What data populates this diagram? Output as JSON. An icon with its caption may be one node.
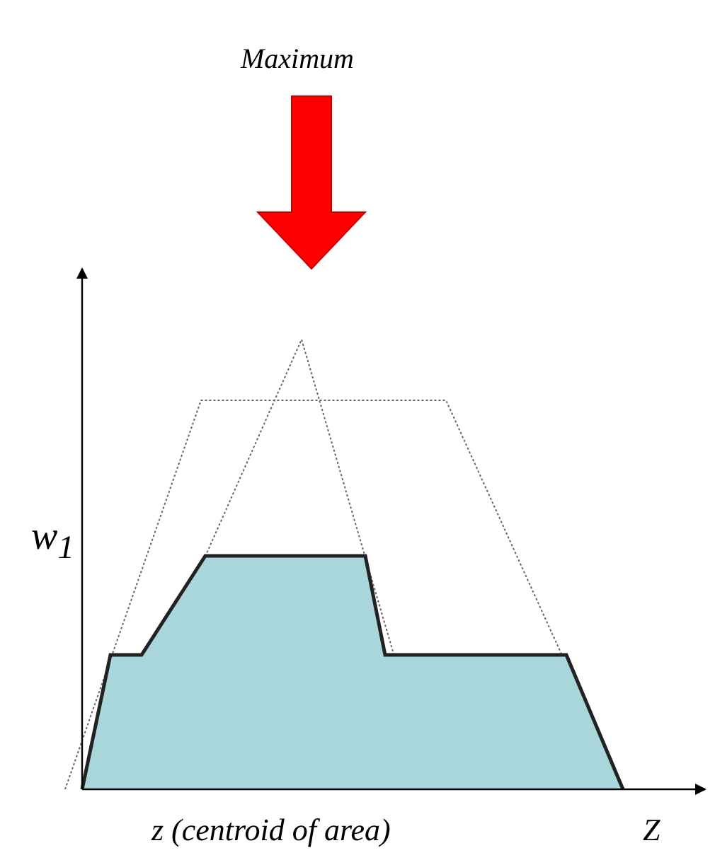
{
  "diagram": {
    "labels": [
      "Maximum",
      "w$_{1}$",
      "z (centroid of area)",
      "Z"
    ]
  }
}
